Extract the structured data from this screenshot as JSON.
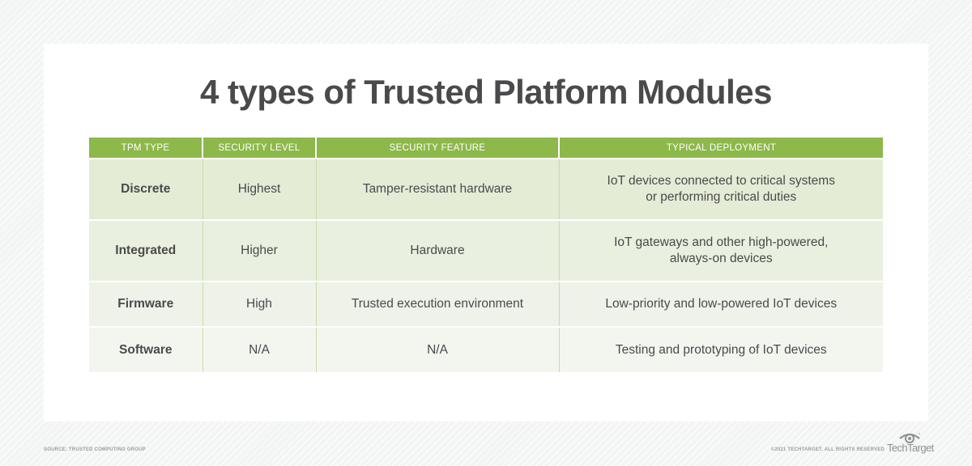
{
  "title": "4 types of Trusted Platform Modules",
  "table": {
    "headers": [
      "TPM TYPE",
      "SECURITY LEVEL",
      "SECURITY FEATURE",
      "TYPICAL DEPLOYMENT"
    ],
    "rows": [
      {
        "type": "Discrete",
        "level": "Highest",
        "feature": "Tamper-resistant hardware",
        "deployment": [
          "IoT devices connected to critical systems",
          "or performing critical duties"
        ]
      },
      {
        "type": "Integrated",
        "level": "Higher",
        "feature": "Hardware",
        "deployment": [
          "IoT gateways and other high-powered,",
          "always-on devices"
        ]
      },
      {
        "type": "Firmware",
        "level": "High",
        "feature": "Trusted execution environment",
        "deployment": [
          "Low-priority and low-powered IoT devices"
        ]
      },
      {
        "type": "Software",
        "level": "N/A",
        "feature": "N/A",
        "deployment": [
          "Testing and prototyping of IoT devices"
        ]
      }
    ]
  },
  "footer": {
    "source": "SOURCE: TRUSTED COMPUTING GROUP",
    "copyright": "©2021 TECHTARGET. ALL RIGHTS RESERVED",
    "logo_text": "TechTarget",
    "logo_icon": "eye-icon"
  },
  "colors": {
    "header_green": "#8db84a",
    "title_text": "#4a4a4c",
    "row_bg": [
      "#e4ecd6",
      "#e9f0df",
      "#eef2e8",
      "#f3f6ef"
    ],
    "column_divider": "#c9dca5"
  }
}
